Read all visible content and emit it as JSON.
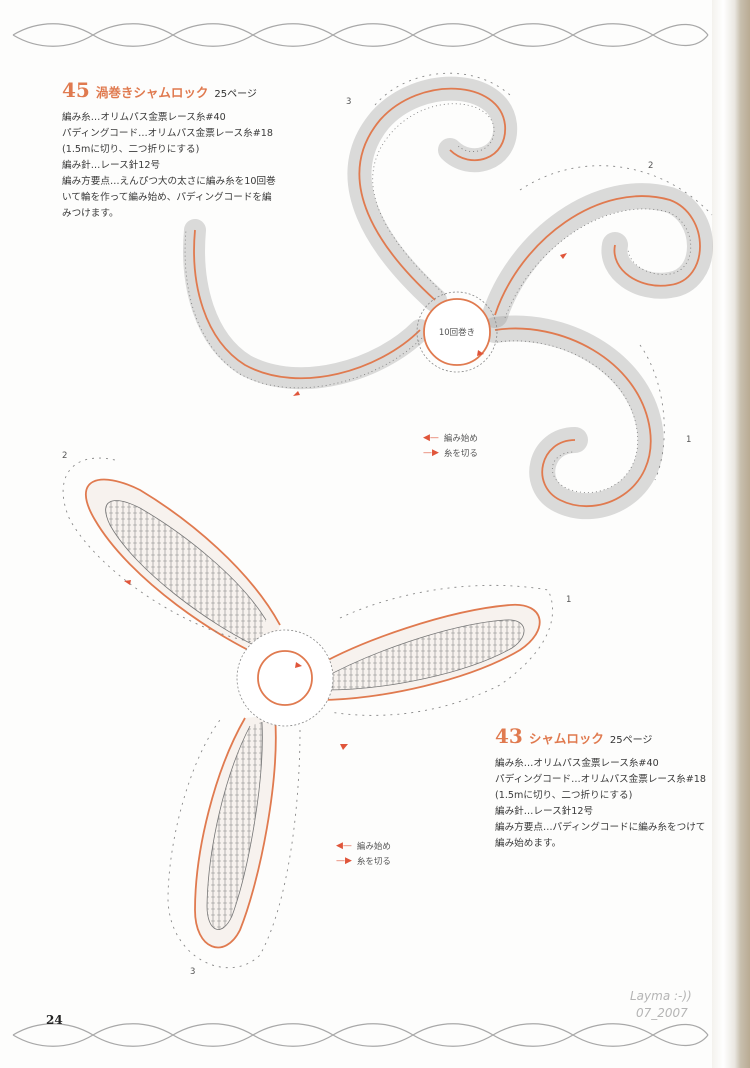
{
  "page_number": "24",
  "watermark": {
    "author": "Layma :-))",
    "date": "07_2007"
  },
  "pattern_45": {
    "number": "45",
    "title": "渦巻きシャムロック",
    "page_ref": "25ページ",
    "lines": [
      "編み糸…オリムパス金票レース糸#40",
      "パディングコード…オリムパス金票レース糸#18",
      "(1.5mに切り、二つ折りにする)",
      "編み針…レース針12号",
      "編み方要点…えんぴつ大の太さに編み糸を10回巻",
      "いて輪を作って編み始め、パディングコードを編",
      "みつけます。"
    ],
    "center_label": "10回巻き",
    "petal_numbers": [
      "1",
      "2",
      "3"
    ],
    "legend": {
      "start": "編み始め",
      "cut": "糸を切る"
    }
  },
  "pattern_43": {
    "number": "43",
    "title": "シャムロック",
    "page_ref": "25ページ",
    "lines": [
      "編み糸…オリムパス金票レース糸#40",
      "パディングコード…オリムパス金票レース糸#18",
      "(1.5mに切り、二つ折りにする)",
      "編み針…レース針12号",
      "編み方要点…パディングコードに編み糸をつけて",
      "編み始めます。"
    ],
    "petal_numbers": [
      "1",
      "2",
      "3"
    ],
    "legend": {
      "start": "編み始め",
      "cut": "糸を切る"
    }
  },
  "colors": {
    "accent": "#e07a4f",
    "ink": "#3a3a3a",
    "chart_line": "#777777",
    "arrow": "#e0553a"
  }
}
